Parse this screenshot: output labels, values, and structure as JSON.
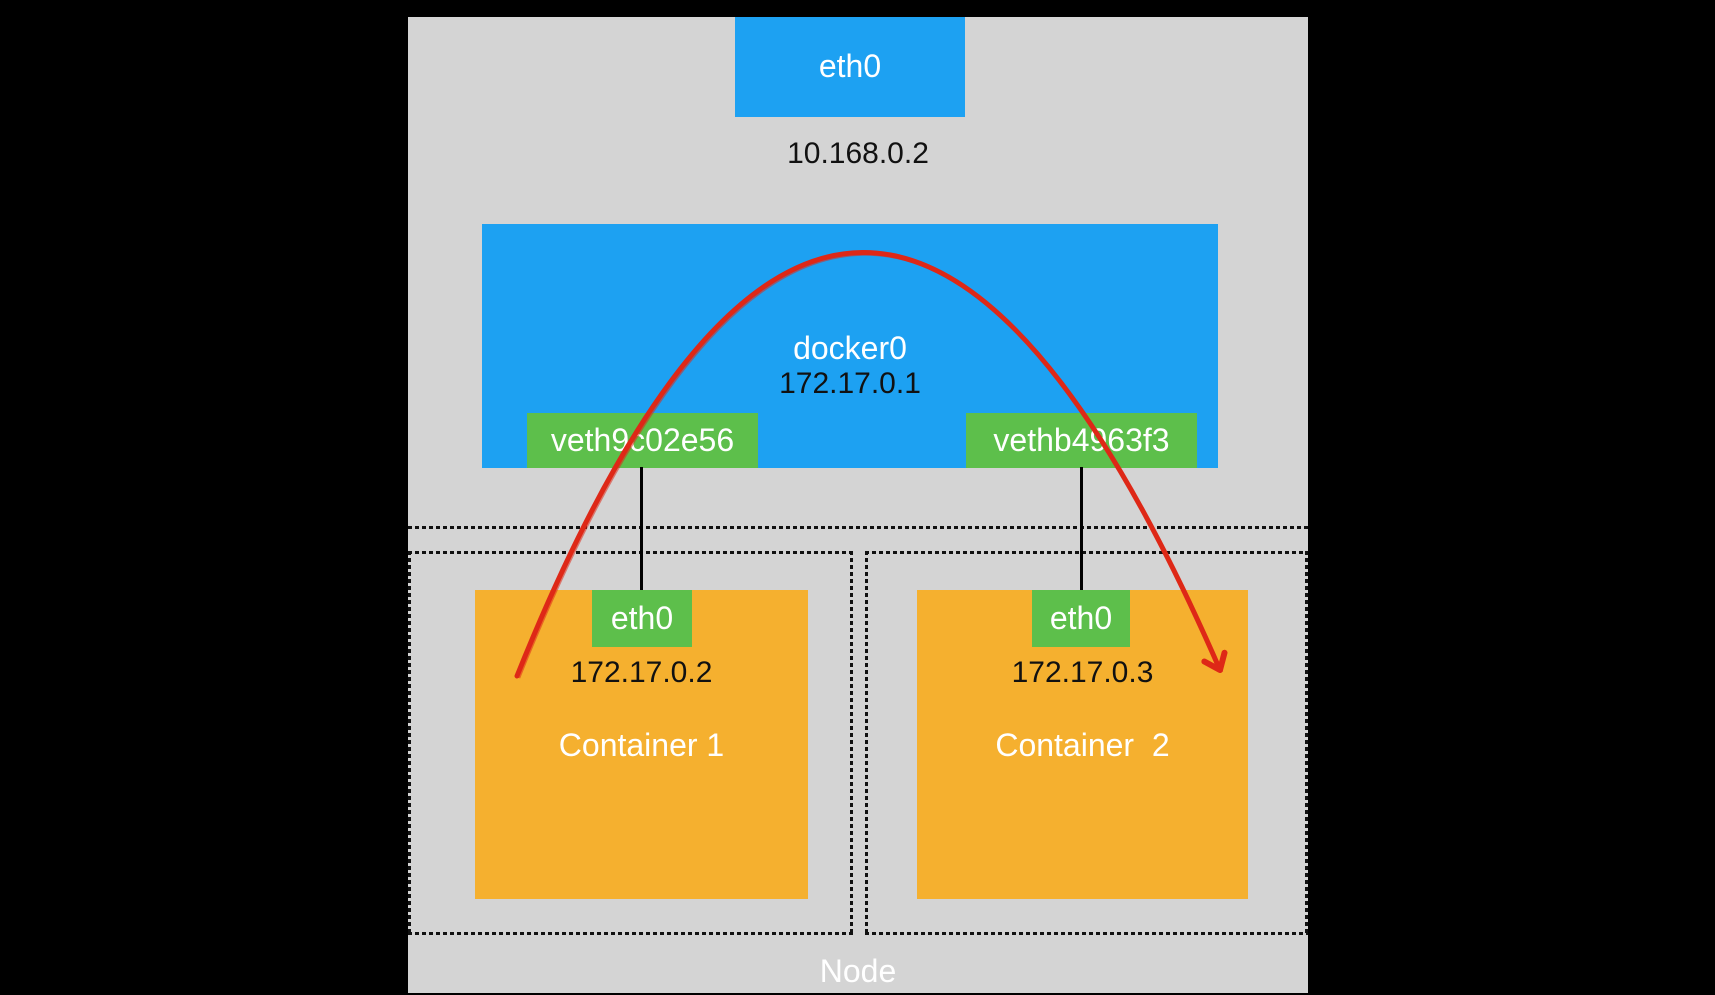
{
  "node": {
    "label": "Node"
  },
  "host": {
    "interface": "eth0",
    "ip": "10.168.0.2"
  },
  "bridge": {
    "name": "docker0",
    "ip": "172.17.0.1"
  },
  "veths": [
    {
      "label": "veth9c02e56"
    },
    {
      "label": "vethb4963f3"
    }
  ],
  "containers": [
    {
      "name": "Container 1",
      "interface": "eth0",
      "ip": "172.17.0.2"
    },
    {
      "name": "Container  2",
      "interface": "eth0",
      "ip": "172.17.0.3"
    }
  ],
  "colors": {
    "blue": "#1da1f2",
    "green": "#5dbf4b",
    "orange": "#f5b02f",
    "gray": "#d4d4d4",
    "red": "#de2817"
  }
}
